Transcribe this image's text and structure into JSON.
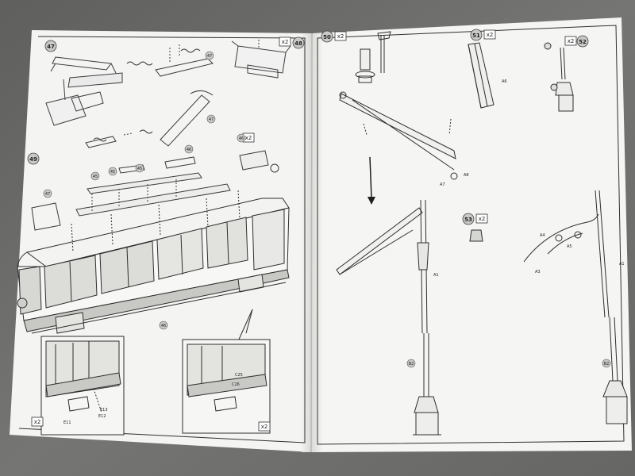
{
  "photo": {
    "background_color": "#6f6f6d",
    "paper_color": "#f4f4f2",
    "ink_color": "#3b3b3b",
    "badge_fill": "#c9c9c6"
  },
  "left_page": {
    "steps": [
      "47",
      "48",
      "49"
    ],
    "multipliers": [
      "x2",
      "x2",
      "x2",
      "x2"
    ],
    "callouts": [
      "47",
      "47",
      "47",
      "45",
      "45",
      "45",
      "46",
      "46",
      "46"
    ],
    "parts": [
      "E11",
      "E12",
      "E13",
      "C26",
      "C25"
    ]
  },
  "right_page": {
    "steps": [
      "50",
      "51",
      "52",
      "53"
    ],
    "multipliers": [
      "x2",
      "x2",
      "x2",
      "x2"
    ],
    "parts": [
      "A1",
      "A3",
      "A4",
      "A5",
      "A6",
      "A7",
      "A8",
      "B2"
    ]
  }
}
